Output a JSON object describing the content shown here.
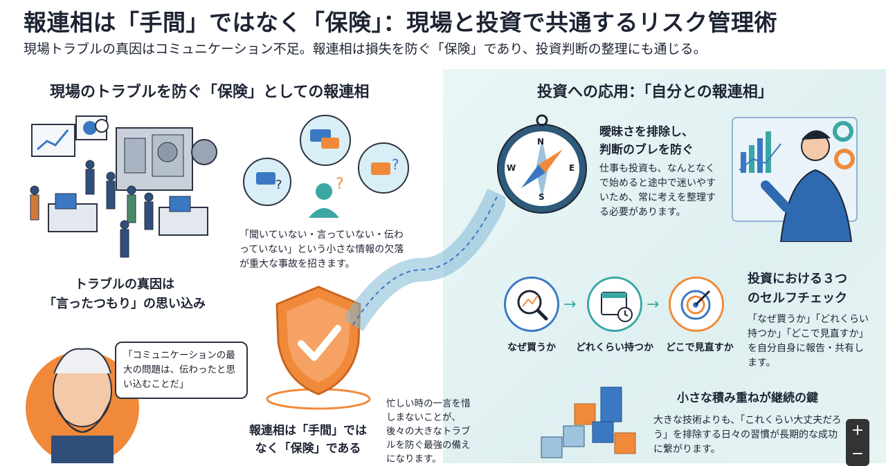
{
  "title": "報連相は「手間」ではなく「保険」：現場と投資で共通するリスク管理術",
  "subtitle": "現場トラブルの真因はコミュニケーション不足。報連相は損失を防ぐ「保険」であり、投資判断の整理にも通じる。",
  "left": {
    "heading": "現場のトラブルを防ぐ「保険」としての報連相",
    "gap_text": "「聞いていない・言っていない・伝わっていない」という小さな情報の欠落が重大な事故を招きます。",
    "cause_line1": "トラブルの真因は",
    "cause_line2": "「言ったつもり」の思い込み",
    "quote": "「コミュニケーションの最大の問題は、伝わったと思い込むことだ」",
    "shield_line1": "報連相は「手間」では",
    "shield_line2": "なく「保険」である",
    "word_text": "忙しい時の一言を惜しまないことが、後々の大きなトラブルを防ぐ最強の備えになります。"
  },
  "right": {
    "heading": "投資への応用：「自分との報連相」",
    "compass_letters": {
      "n": "N",
      "e": "E",
      "s": "S",
      "w": "W"
    },
    "clear_heading1": "曖昧さを排除し、",
    "clear_heading2": "判断のブレを防ぐ",
    "clear_text": "仕事も投資も、なんとなくで始めると途中で迷いやすいため、常に考えを整理する必要があります。",
    "check_heading1": "投資における３つ",
    "check_heading2": "のセルフチェック",
    "check_text": "「なぜ買うか」「どれくらい持つか」「どこで見直すか」を自分自身に報告・共有します。",
    "steps": [
      "なぜ買うか",
      "どれくらい持つか",
      "どこで見直すか"
    ],
    "habit_heading": "小さな積み重ねが継続の鍵",
    "habit_text": "大きな技術よりも、「これくらい大丈夫だろう」を排除する日々の習慣が長期的な成功に繋がります。"
  },
  "zoom": {
    "plus": "+",
    "minus": "−"
  },
  "colors": {
    "accent_orange": "#f08a3a",
    "teal": "#3aa7a3",
    "navy": "#1d2433",
    "panel": "#e3f2f2"
  }
}
